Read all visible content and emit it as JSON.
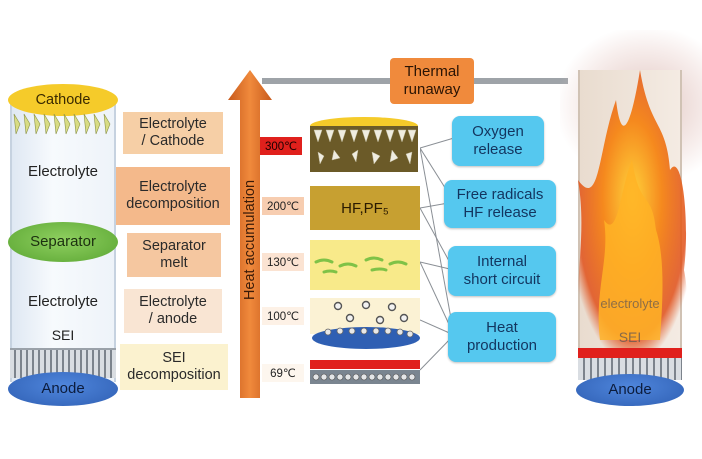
{
  "cell": {
    "cathode": "Cathode",
    "electrolyte_top": "Electrolyte",
    "separator": "Separator",
    "electrolyte_bottom": "Electrolyte",
    "sei": "SEI",
    "anode": "Anode"
  },
  "stages": [
    {
      "text": "Electrolyte\n/ Cathode",
      "color": "#f6cfa6"
    },
    {
      "text": "Electrolyte\ndecomposition",
      "color": "#f4b98b"
    },
    {
      "text": "Separator\nmelt",
      "color": "#f5c7a0"
    },
    {
      "text": "Electrolyte\n/ anode",
      "color": "#f9e5d3"
    },
    {
      "text": "SEI\ndecomposition",
      "color": "#fbf2cf"
    }
  ],
  "arrow": {
    "label": "Heat accumulation",
    "color": "#e07028"
  },
  "thermal_runaway": "Thermal\nrunaway",
  "temperatures": [
    "300℃",
    "200℃",
    "130℃",
    "100℃",
    "69℃"
  ],
  "middle_labels": {
    "hf_box": "HF,PF₅"
  },
  "effects": [
    "Oxygen\nrelease",
    "Free radicals\nHF release",
    "Internal\nshort circuit",
    "Heat\nproduction"
  ],
  "burning_cell": {
    "electrolyte": "electrolyte",
    "sei": "SEI",
    "anode": "Anode"
  },
  "colors": {
    "cathode": "#f5cb2a",
    "anode": "#3a6fc4",
    "separator": "#62b33a",
    "effect_box": "#55c8ef",
    "hot": "#e0201c",
    "fire": "#f08a1e"
  }
}
